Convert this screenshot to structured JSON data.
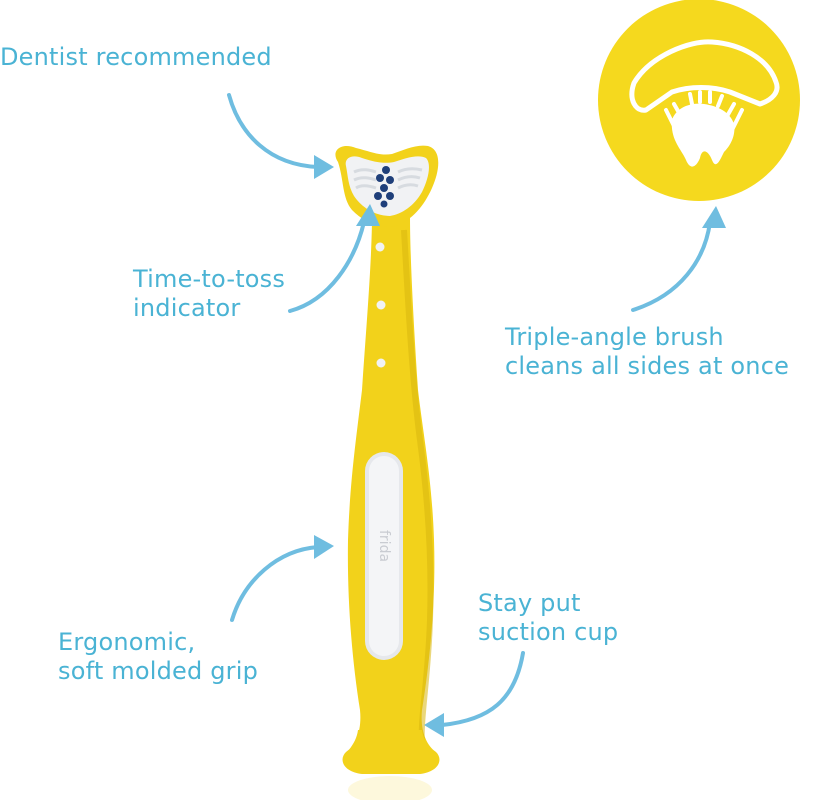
{
  "colors": {
    "label_text": "#4ab3d4",
    "arrow": "#6fbde0",
    "brush_yellow": "#f2d21b",
    "brush_yellow_dark": "#d9b70f",
    "grip_white": "#f1f2f4",
    "bristle_blue": "#1f3f7a",
    "icon_circle": "#f5d91e"
  },
  "callouts": {
    "dentist": {
      "lines": [
        "Dentist recommended"
      ]
    },
    "toss": {
      "lines": [
        "Time-to-toss",
        "indicator"
      ]
    },
    "triple": {
      "lines": [
        "Triple-angle brush",
        "cleans all sides at once"
      ]
    },
    "grip": {
      "lines": [
        "Ergonomic,",
        "soft molded grip"
      ]
    },
    "suction": {
      "lines": [
        "Stay put",
        "suction cup"
      ]
    }
  },
  "product": {
    "brand_text": "frida",
    "indicator_dots": 3
  },
  "icon": {
    "name": "triple-angle-brush-tooth-icon"
  }
}
